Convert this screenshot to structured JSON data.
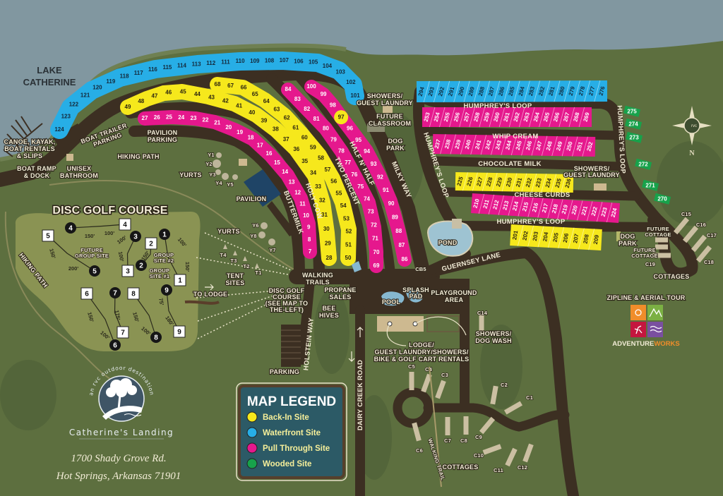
{
  "map": {
    "lake": [
      "LAKE",
      "CATHERINE"
    ],
    "canoe": [
      "CANOE, KAYAK,",
      "BOAT RENTALS",
      "& SLIPS"
    ],
    "boat_ramp": [
      "BOAT RAMP",
      "& DOCK"
    ],
    "unisex_bathroom": [
      "UNISEX",
      "BATHROOM"
    ],
    "boat_trailer_parking": [
      "BOAT TRAILER",
      "PARKING"
    ],
    "pavilion_parking": [
      "PAVILION",
      "PARKING"
    ],
    "hiking_path_top": "HIKING PATH",
    "hiking_path_left": "HIKING PATH",
    "yurts_north": "YURTS",
    "yurts_south": "YURTS",
    "yurt_ids": [
      "Y1",
      "Y2",
      "Y3",
      "Y4",
      "Y5",
      "Y6",
      "Y7",
      "Y8"
    ],
    "pavilion": "PAVILION",
    "tent_sites": [
      "TENT",
      "SITES"
    ],
    "tent_ids": [
      "T1",
      "T2",
      "T3",
      "T4"
    ],
    "to_lodge": "TO LODGE",
    "walking_trails": [
      "WALKING",
      "TRAILS"
    ],
    "disc_golf_ref": [
      "DISC GOLF",
      "COURSE",
      "(SEE MAP TO",
      "THE-LEFT)"
    ],
    "propane": [
      "PROPANE",
      "SALES"
    ],
    "bee_hives": [
      "BEE",
      "HIVES"
    ],
    "parking": "PARKING",
    "showers_laundry_north": [
      "SHOWERS/",
      "GUEST LAUNDRY"
    ],
    "future_classroom": [
      "FUTURE",
      "CLASSROOM"
    ],
    "dog_park_north": [
      "DOG",
      "PARK"
    ],
    "showers_laundry_east": [
      "SHOWERS/",
      "GUEST LAUNDRY"
    ],
    "dog_park_east": [
      "DOG",
      "PARK"
    ],
    "future_cottage_1": [
      "FUTURE",
      "COTTAGE"
    ],
    "future_cottage_2": [
      "FUTURE",
      "COTTAGE"
    ],
    "cottages_east": "COTTAGES",
    "cottages_south": "COTTAGES",
    "pond": "POND",
    "pool": "POOL",
    "splash_pad": [
      "SPLASH",
      "PAD"
    ],
    "playground": [
      "PLAYGROUND",
      "AREA"
    ],
    "lodge": [
      "LODGE/",
      "GUEST LAUNDRY/SHOWERS/",
      "BIKE & GOLF CART RENTALS"
    ],
    "showers_dog_wash": [
      "SHOWERS/",
      "DOG WASH"
    ],
    "walking_trail": "WALKING TRAIL",
    "cb5": "CB5",
    "cottage_ids": [
      "C1",
      "C2",
      "C3",
      "C4",
      "C5",
      "C6",
      "C7",
      "C8",
      "C9",
      "C10",
      "C11",
      "C12",
      "C14",
      "C15",
      "C16",
      "C17",
      "C18",
      "C19"
    ],
    "compass_n": "N",
    "compass_badge": "rvc"
  },
  "roads": {
    "buttermilk": "BUTTERMILK",
    "holy_cow": "HOLY COW",
    "two_percent": "TWO PERCENT",
    "half_n_half": "HALF N' HALF",
    "milky_way": "MILKY WAY",
    "humphreys_loop": "HUMPHREY'S LOOP",
    "whip_cream": "WHIP CREAM",
    "chocolate_milk": "CHOCOLATE MILK",
    "cheese_curds": "CHEESE CURDS",
    "guernsey_lane": "GUERNSEY LANE",
    "holstein_way": "HOLSTEIN WAY",
    "dairy_creek_road": "DAIRY CREEK ROAD"
  },
  "disc_golf": {
    "title": "DISC GOLF COURSE",
    "holes": [
      "1",
      "2",
      "3",
      "4",
      "5",
      "6",
      "7",
      "8",
      "9"
    ],
    "distances": [
      "150'",
      "100'",
      "100'",
      "100'",
      "150'",
      "200'",
      "150'",
      "100'",
      "150'",
      "150'",
      "100'",
      "175'",
      "150'",
      "100'",
      "75'",
      "180'"
    ],
    "future_group_site": [
      "FUTURE",
      "GROUP SITE"
    ],
    "group_site_2": [
      "GROUP",
      "SITE #2"
    ],
    "group_site_1": [
      "GROUP",
      "SITE #1"
    ]
  },
  "site_colors": {
    "back_in": "#f6e81c",
    "waterfront": "#27aee6",
    "pull_through": "#e5188d",
    "wooded": "#17a24b"
  },
  "site_rows": [
    {
      "type": "waterfront",
      "sites": [
        124,
        123,
        122,
        121,
        120,
        119,
        118,
        117,
        116,
        115,
        114,
        113,
        112,
        111,
        110,
        109,
        108,
        107,
        106,
        105,
        104,
        103,
        102,
        101
      ]
    },
    {
      "type": "back_in",
      "sites": [
        49,
        48,
        47,
        46,
        45,
        44,
        43,
        42,
        41,
        40,
        39,
        38,
        37,
        36,
        35,
        34,
        33,
        32,
        31,
        30,
        29,
        28
      ]
    },
    {
      "type": "back_in",
      "sites": [
        68,
        67,
        66,
        65,
        64,
        63,
        62,
        61,
        60,
        59,
        58,
        57,
        56,
        55,
        54,
        53,
        52,
        51,
        50
      ]
    },
    {
      "type": "pull_through",
      "sites": [
        27,
        26,
        25,
        24,
        23,
        22,
        21,
        20,
        19,
        18,
        17,
        16,
        15,
        14,
        13,
        12,
        11,
        10,
        9,
        8,
        7
      ]
    },
    {
      "type": "pull_through",
      "sites": [
        84,
        83,
        82,
        81,
        80,
        79,
        78,
        77,
        76,
        75,
        74,
        73,
        72,
        71,
        70,
        69
      ]
    },
    {
      "type": "pull_through",
      "sites": [
        100,
        99,
        98,
        97,
        96,
        95,
        94,
        93,
        92,
        91,
        90,
        89,
        88,
        87,
        86
      ],
      "back_in_sites": [
        97
      ]
    },
    {
      "type": "waterfront",
      "sites": [
        294,
        293,
        292,
        291,
        290,
        289,
        288,
        287,
        286,
        285,
        284,
        283,
        282,
        281,
        280,
        279,
        278,
        277,
        276
      ]
    },
    {
      "type": "pull_through",
      "sites": [
        253,
        254,
        255,
        256,
        257,
        258,
        259,
        260,
        261,
        262,
        263,
        264,
        265,
        266,
        267,
        268,
        269
      ]
    },
    {
      "type": "pull_through",
      "sites": [
        237,
        238,
        239,
        240,
        241,
        242,
        243,
        244,
        245,
        246,
        247,
        248,
        249,
        250,
        251,
        252
      ]
    },
    {
      "type": "back_in",
      "sites": [
        225,
        226,
        227,
        228,
        229,
        230,
        231,
        232,
        233,
        234,
        235,
        236
      ]
    },
    {
      "type": "pull_through",
      "sites": [
        210,
        211,
        212,
        213,
        214,
        215,
        216,
        217,
        218,
        219,
        220,
        221,
        222,
        223,
        224
      ]
    },
    {
      "type": "back_in",
      "sites": [
        201,
        202,
        203,
        204,
        205,
        206,
        207,
        208,
        209
      ]
    },
    {
      "type": "wooded",
      "sites": [
        275,
        274,
        273,
        272,
        271,
        270
      ]
    }
  ],
  "legend": {
    "title": "MAP LEGEND",
    "items": [
      {
        "label": "Back-In Site",
        "color": "#f6e81c"
      },
      {
        "label": "Waterfront Site",
        "color": "#27aee6"
      },
      {
        "label": "Pull Through Site",
        "color": "#e5188d"
      },
      {
        "label": "Wooded Site",
        "color": "#17a24b"
      }
    ]
  },
  "branding": {
    "tagline": "an rvc outdoor destination",
    "name": "Catherine's Landing",
    "address": [
      "1700 Shady Grove Rd.",
      "Hot Springs, Arkansas 71901"
    ]
  },
  "adventure": {
    "title": "ZIPLINE & AERIAL TOUR",
    "brand_a": "ADVENTURE",
    "brand_b": "WORKS",
    "tile_colors": [
      "#f08d2a",
      "#7bb043",
      "#c4163f",
      "#7a4fa0"
    ]
  }
}
